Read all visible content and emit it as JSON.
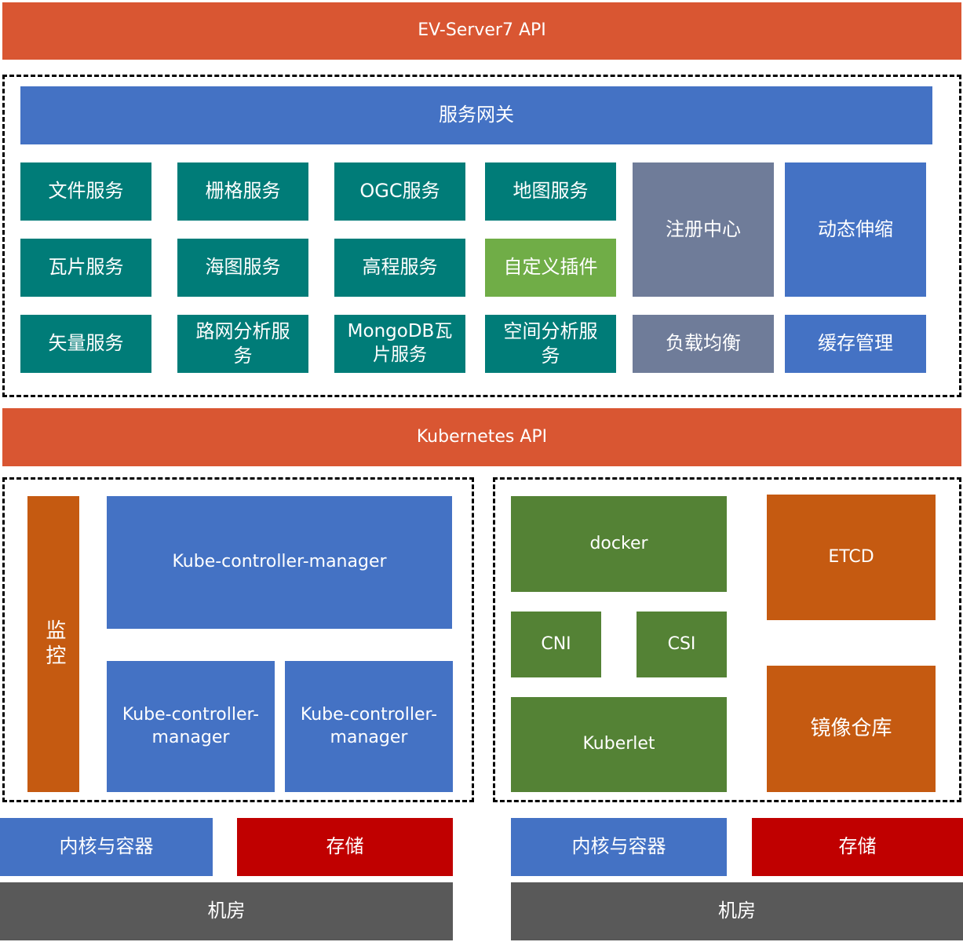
{
  "top_api": "EV-Server7 API",
  "gateway": "服务网关",
  "services": {
    "file": "文件服务",
    "grid": "栅格服务",
    "ogc": "OGC服务",
    "map": "地图服务",
    "tile": "瓦片服务",
    "chart": "海图服务",
    "elevation": "高程服务",
    "plugin": "自定义插件",
    "vector": "矢量服务",
    "road": "路网分析服务",
    "mongo": "MongoDB瓦片服务",
    "spatial": "空间分析服务"
  },
  "infra": {
    "registry": "注册中心",
    "scaling": "动态伸缩",
    "lb": "负载均衡",
    "cache": "缓存管理"
  },
  "k8s_api": "Kubernetes API",
  "left_node": {
    "monitor": "监控",
    "kcm_main": "Kube-controller-manager",
    "kcm_a": "Kube-controller-manager",
    "kcm_b": "Kube-controller-manager"
  },
  "right_node": {
    "docker": "docker",
    "cni": "CNI",
    "csi": "CSI",
    "kubelet": "Kuberlet",
    "etcd": "ETCD",
    "registry": "镜像仓库"
  },
  "bottom_left": {
    "kernel": "内核与容器",
    "storage": "存储",
    "room": "机房"
  },
  "bottom_right": {
    "kernel": "内核与容器",
    "storage": "存储",
    "room": "机房"
  }
}
